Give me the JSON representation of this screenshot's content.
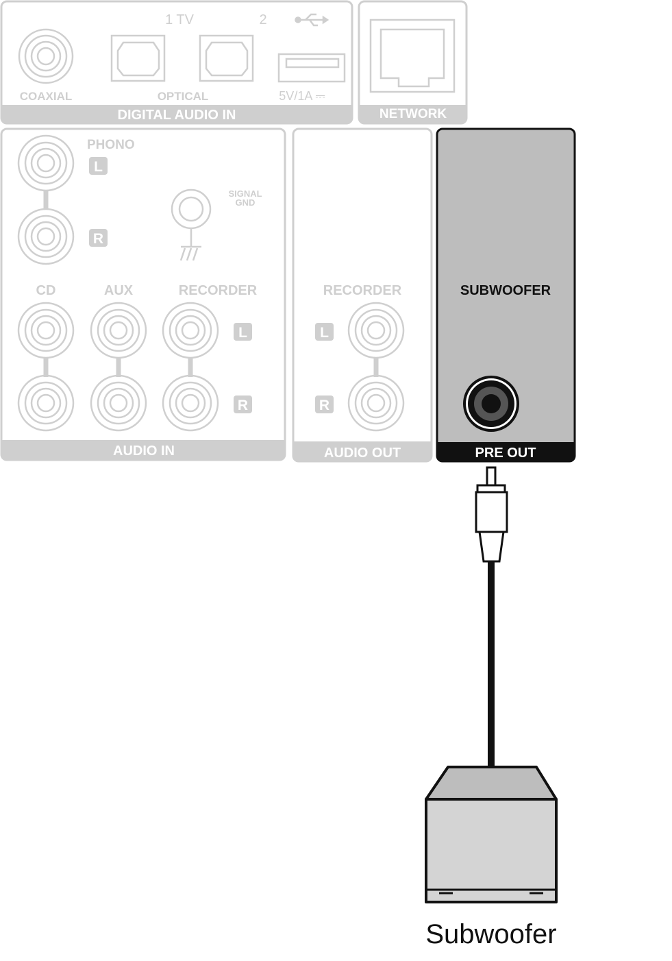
{
  "panel": {
    "digital_audio_in": {
      "section_label": "DIGITAL AUDIO IN",
      "coaxial_label": "COAXIAL",
      "optical_label": "OPTICAL",
      "optical_1_label": "1 TV",
      "optical_2_label": "2",
      "usb_power_label": "5V/1A ⎓"
    },
    "network": {
      "section_label": "NETWORK"
    },
    "audio_in": {
      "section_label": "AUDIO IN",
      "phono_label": "PHONO",
      "signal_gnd_line1": "SIGNAL",
      "signal_gnd_line2": "GND",
      "cd_label": "CD",
      "aux_label": "AUX",
      "recorder_label": "RECORDER",
      "left_badge": "L",
      "right_badge": "R"
    },
    "audio_out": {
      "section_label": "AUDIO OUT",
      "recorder_label": "RECORDER",
      "left_badge": "L",
      "right_badge": "R"
    },
    "pre_out": {
      "section_label": "PRE OUT",
      "subwoofer_label": "SUBWOOFER"
    }
  },
  "device": {
    "label": "Subwoofer"
  },
  "colors": {
    "inactive": "#cfcfcf",
    "active_fill": "#bdbdbd",
    "outline": "#111111"
  }
}
